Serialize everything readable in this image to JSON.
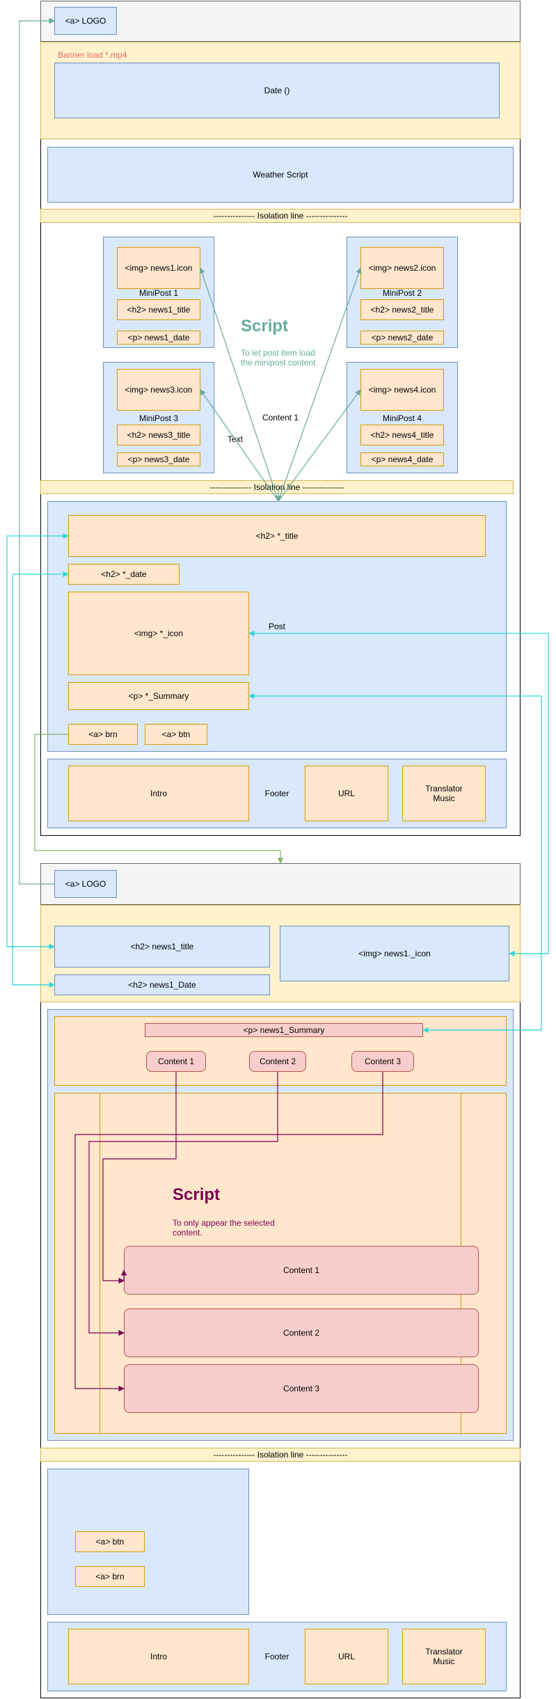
{
  "header": {
    "logo": "<a> LOGO"
  },
  "banner": {
    "label": "Banner load *.mp4",
    "date": "Date ()"
  },
  "weather": "Weather Script",
  "isolation": "--------------- Isolation line ---------------",
  "miniposts": [
    {
      "icon": "<img> news1.icon",
      "name": "MiniPost 1",
      "title": "<h2> news1_title",
      "date": "<p> news1_date"
    },
    {
      "icon": "<img> news2.icon",
      "name": "MiniPost 2",
      "title": "<h2> news2_title",
      "date": "<p> news2_date"
    },
    {
      "icon": "<img> news3.icon",
      "name": "MiniPost 3",
      "title": "<h2> news3_title",
      "date": "<p> news3_date"
    },
    {
      "icon": "<img> news4.icon",
      "name": "MiniPost 4",
      "title": "<h2> news4_title",
      "date": "<p> news4_date"
    }
  ],
  "script1": {
    "title": "Script",
    "desc": "To let post item load the minipost content",
    "content": "Content 1",
    "text": "Text"
  },
  "post": {
    "title": "<h2> *_title",
    "date": "<h2> *_date",
    "icon": "<img> *_icon",
    "summary": "<p> *_Summary",
    "brn": "<a> brn",
    "btn": "<a> btn",
    "label": "Post"
  },
  "footer": {
    "intro": "Intro",
    "label": "Footer",
    "url": "URL",
    "translator": "Translator Music"
  },
  "page2": {
    "logo": "<a> LOGO",
    "news_title": "<h2> news1_title",
    "news_icon": "<img> news1._icon",
    "news_date": "<h2> news1_Date",
    "summary": "<p> news1_Summary",
    "tabs": [
      "Content 1",
      "Content 2",
      "Content 3"
    ],
    "script_title": "Script",
    "script_desc": "To only appear the selected content.",
    "contents": [
      "Content 1",
      "Content 2",
      "Content 3"
    ],
    "btn": "<a> btn",
    "brn": "<a> brn"
  },
  "colors": {
    "teal": "#67AB9F",
    "cyan": "#33D6D6",
    "purple": "#7A0050",
    "green": "#82B366",
    "orange_text": "#EA6B66"
  }
}
